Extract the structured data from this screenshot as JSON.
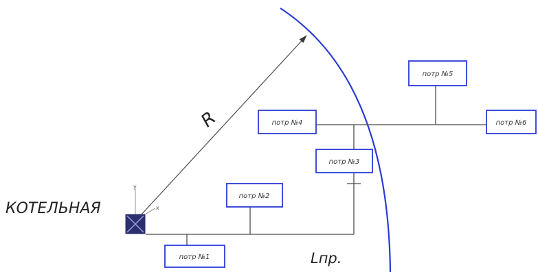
{
  "labels": {
    "boiler": "КОТЕЛЬНАЯ",
    "radius": "R",
    "boundary": "Lпр.",
    "axis_x": "x",
    "axis_y": "y"
  },
  "consumers": [
    {
      "id": "c1",
      "label": "потр №1"
    },
    {
      "id": "c2",
      "label": "потр №2"
    },
    {
      "id": "c3",
      "label": "потр №3"
    },
    {
      "id": "c4",
      "label": "потр №4"
    },
    {
      "id": "c5",
      "label": "потр №5"
    },
    {
      "id": "c6",
      "label": "потр №6"
    }
  ],
  "colors": {
    "boundary_arc": "#2a3bd6",
    "box_border": "#2a3bd6",
    "boiler_fill": "#2b2f6e",
    "pipe": "#4a4a4a"
  }
}
